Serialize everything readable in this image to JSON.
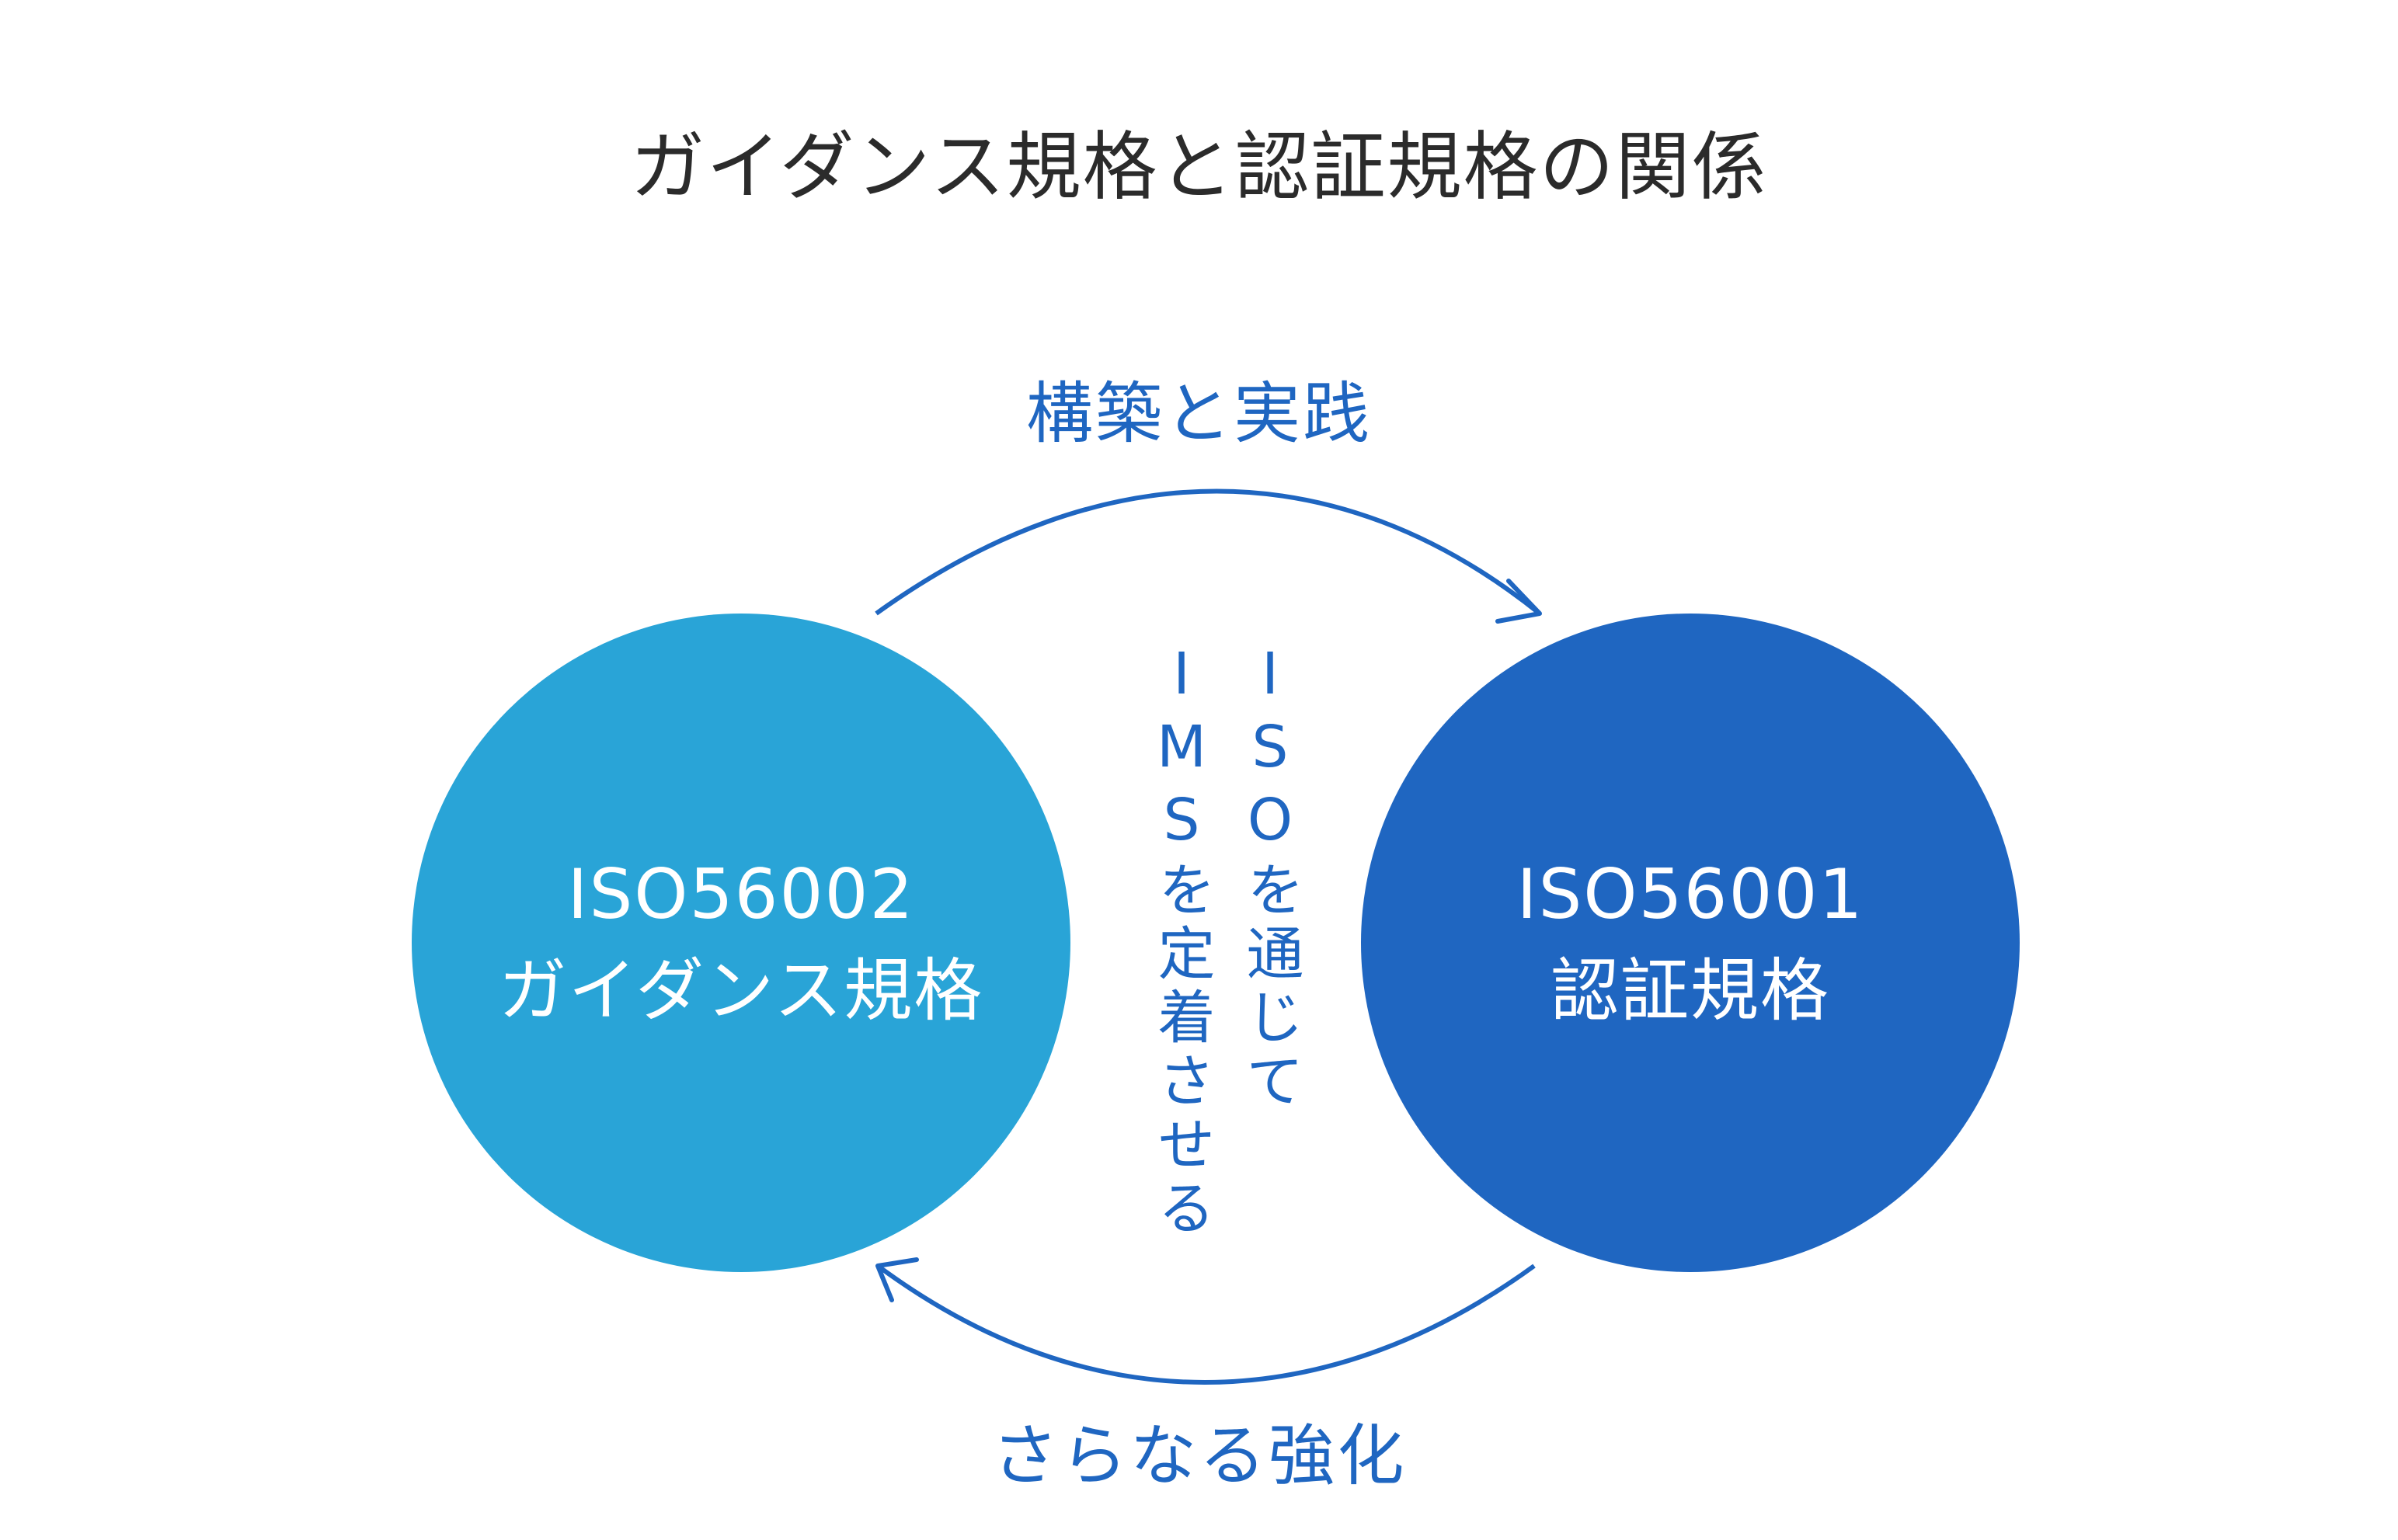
{
  "title": "ガイダンス規格と認証規格の関係",
  "top_label": "構築と実践",
  "bottom_label": "さらなる強化",
  "left_circle": {
    "line1": "ISO56002",
    "line2": "ガイダンス規格",
    "color": "#29a4d7"
  },
  "right_circle": {
    "line1": "ISO56001",
    "line2": "認証規格",
    "color": "#1f66c1"
  },
  "center_text": {
    "column1": "ISOを通じて",
    "column2": "IMSを定着させる"
  },
  "colors": {
    "accent": "#1f66c1",
    "title": "#2b2b2b"
  }
}
